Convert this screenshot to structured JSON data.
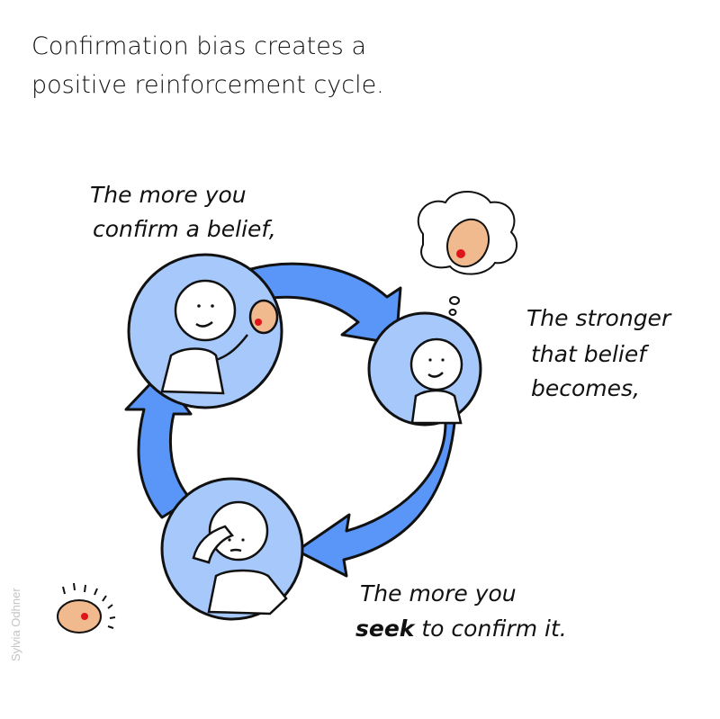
{
  "title": {
    "line1": "Confirmation bias creates a",
    "line2": "positive reinforcement cycle."
  },
  "captions": {
    "confirm": {
      "line1": "The more you",
      "line2": "confirm a belief,"
    },
    "stronger": {
      "line1": "The stronger",
      "line2": "that belief",
      "line3": "becomes,"
    },
    "seek": {
      "line1": "The more you",
      "line2_bold": "seek",
      "line2_rest": " to confirm it."
    }
  },
  "watermark": "Sylvia Odhner",
  "colors": {
    "circle_fill": "#a6c8fb",
    "arrow_fill": "#5a96f7",
    "belief_fill": "#f0b98e",
    "belief_core": "#e0141b",
    "outline": "#111111"
  },
  "icons": [
    "person-holding-belief-icon",
    "person-thinking-icon",
    "person-searching-icon",
    "thought-cloud-icon",
    "belief-bean-icon",
    "cycle-arrow-icon"
  ]
}
